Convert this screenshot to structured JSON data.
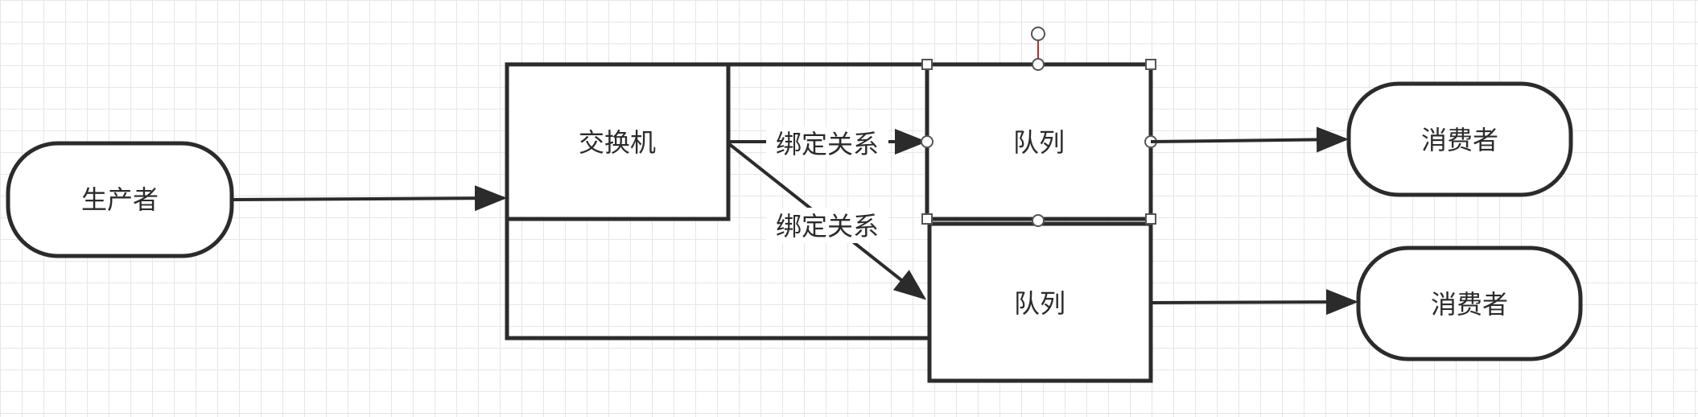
{
  "nodes": {
    "producer": "生产者",
    "exchange": "交换机",
    "queue_1": "队列",
    "queue_2": "队列",
    "consumer_1": "消费者",
    "consumer_2": "消费者"
  },
  "edges": {
    "binding_1": "绑定关系",
    "binding_2": "绑定关系"
  },
  "colors": {
    "stroke": "#2b2b2b",
    "grid": "#e6e6e6",
    "selection_handle": "#555555",
    "rotate_handle_stem": "#b03030"
  }
}
